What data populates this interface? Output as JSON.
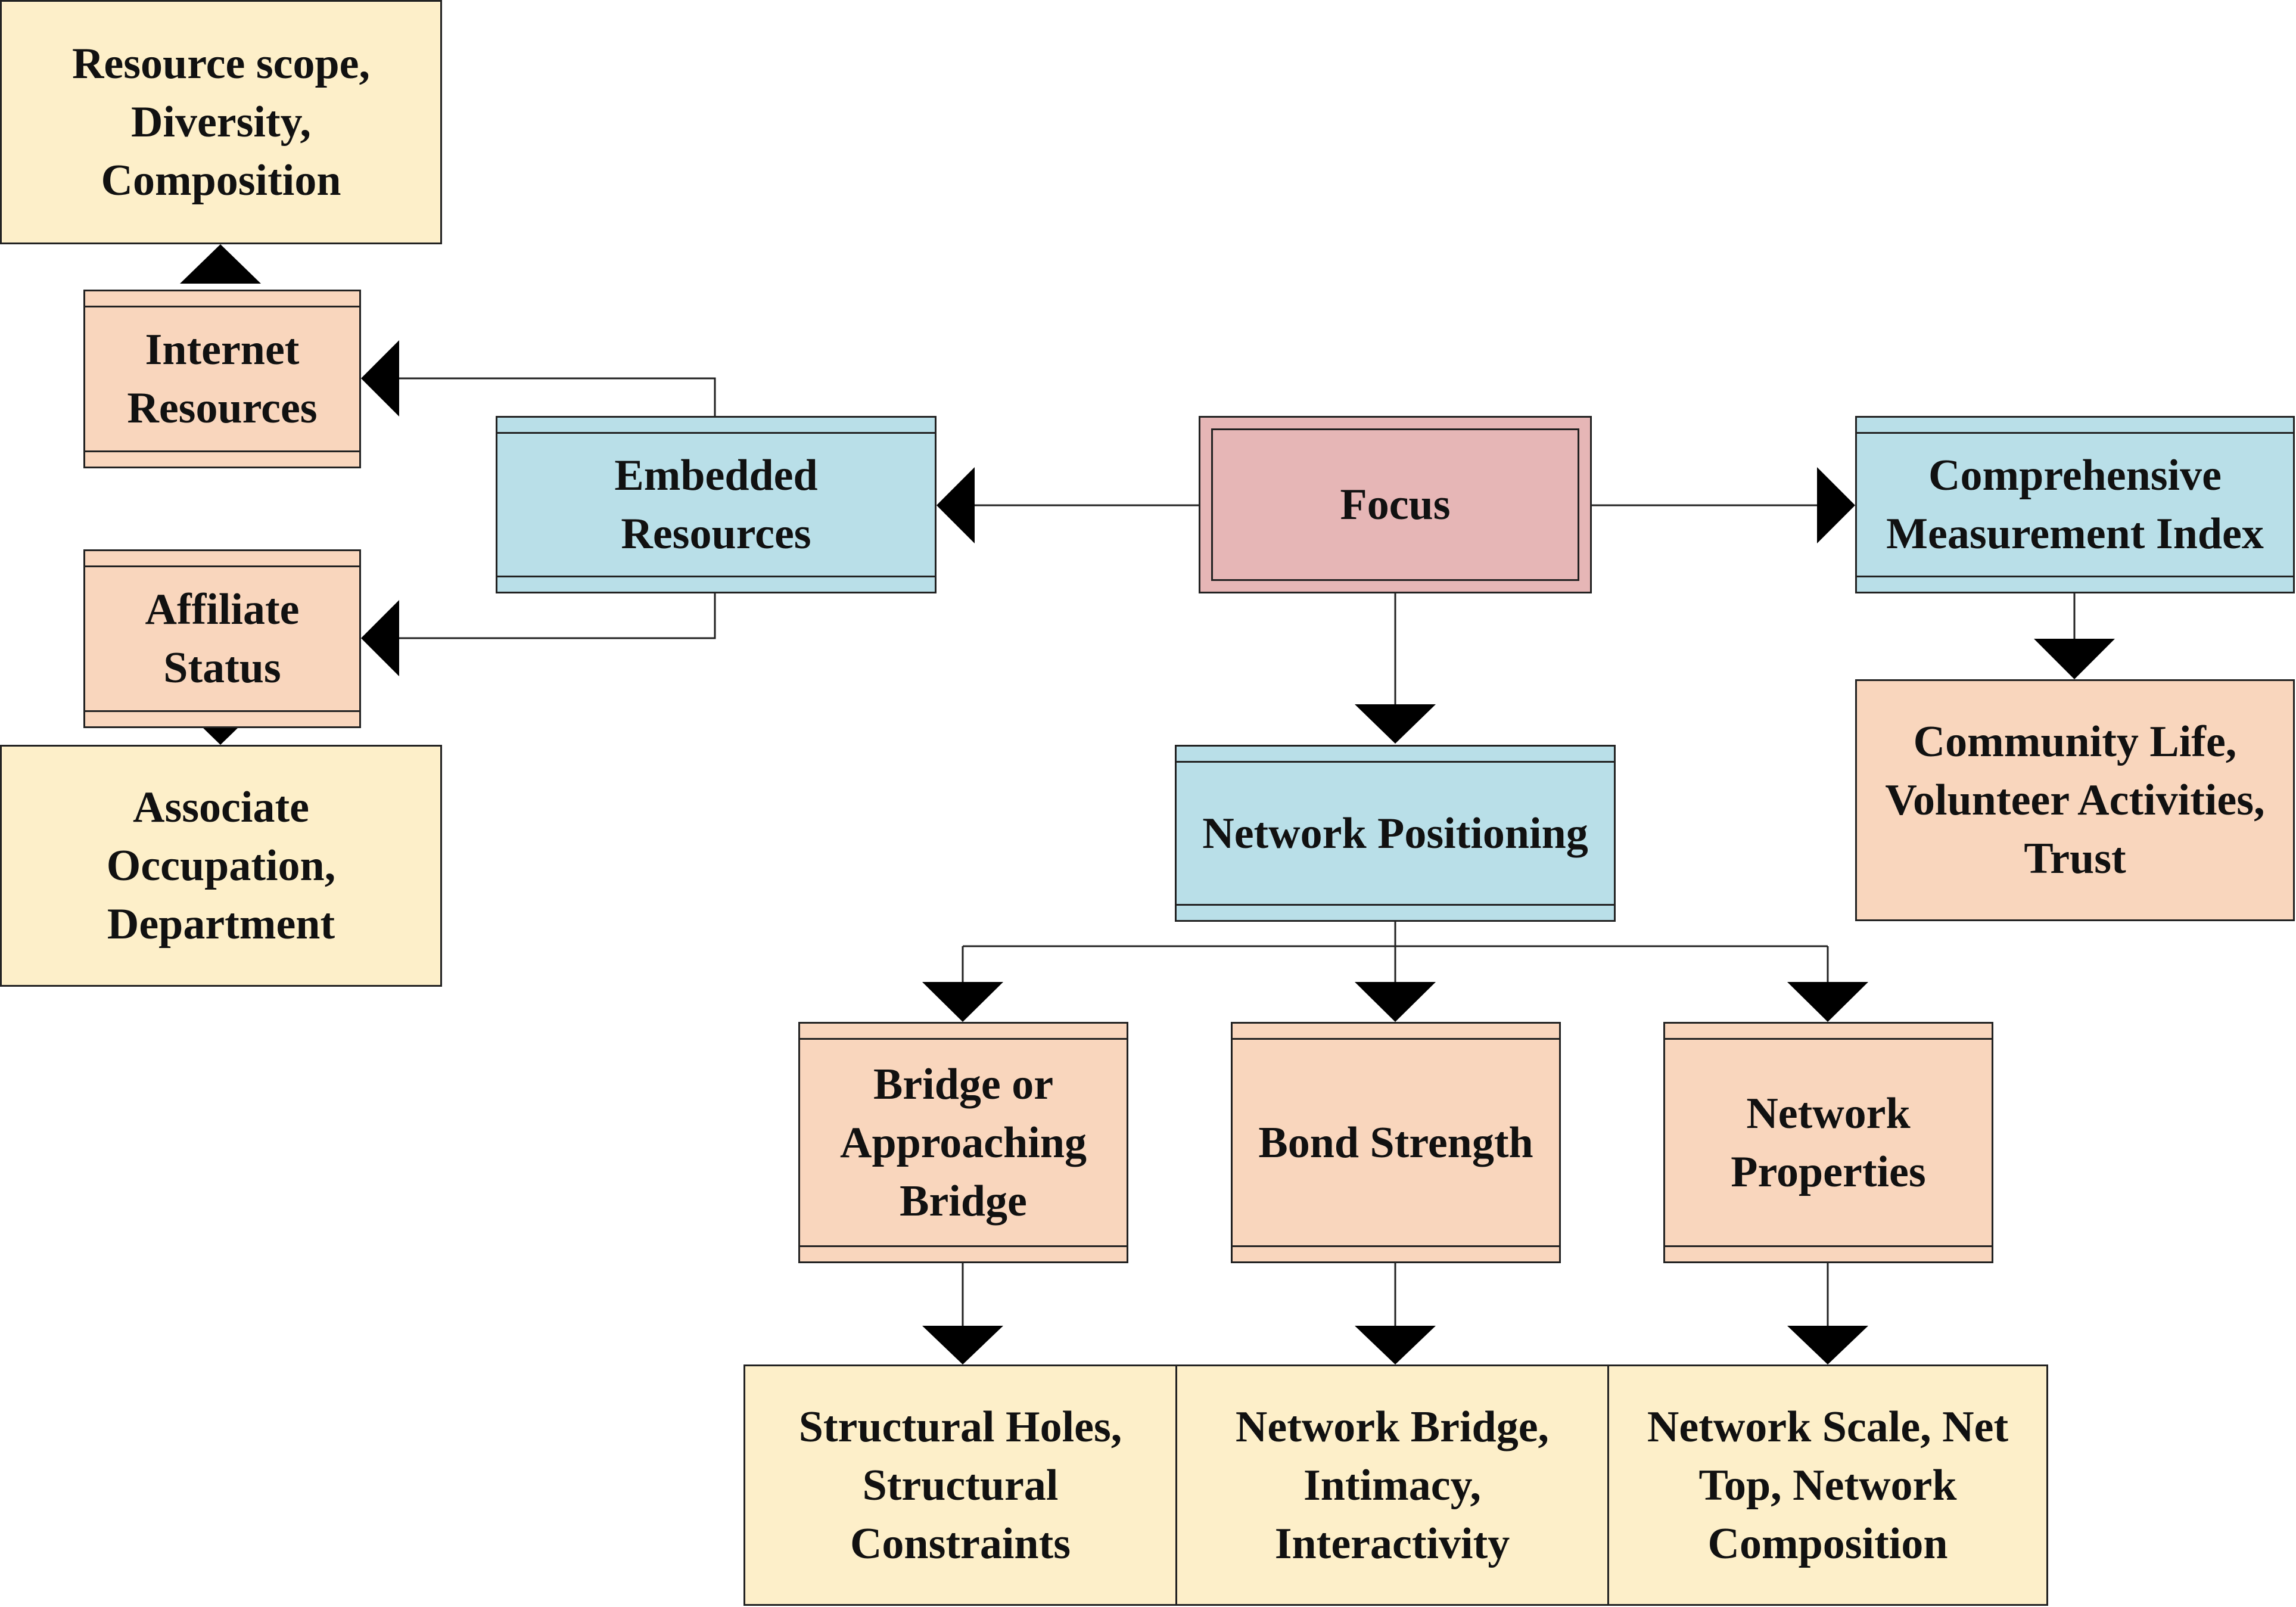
{
  "nodes": {
    "focus": "Focus",
    "embedded": "Embedded\nResources",
    "index": "Comprehensive\nMeasurement Index",
    "positioning": "Network Positioning",
    "internet": "Internet\nResources",
    "affiliate": "Affiliate\nStatus",
    "scope": "Resource scope,\nDiversity,\nComposition",
    "occupation": "Associate\nOccupation,\nDepartment",
    "community": "Community Life,\nVolunteer Activities,\nTrust",
    "bridge": "Bridge or\nApproaching\nBridge",
    "bond": "Bond Strength",
    "netprops": "Network\nProperties",
    "holes": "Structural Holes,\nStructural\nConstraints",
    "netbridge": "Network Bridge,\nIntimacy,\nInteractivity",
    "scale": "Network Scale, Net\nTop, Network\nComposition"
  },
  "colors": {
    "yellow": "#fdefc9",
    "peach": "#f9d6bd",
    "blue": "#b9dfe8",
    "pink": "#e6b6b6",
    "line": "#222222",
    "arrow": "#000000"
  }
}
